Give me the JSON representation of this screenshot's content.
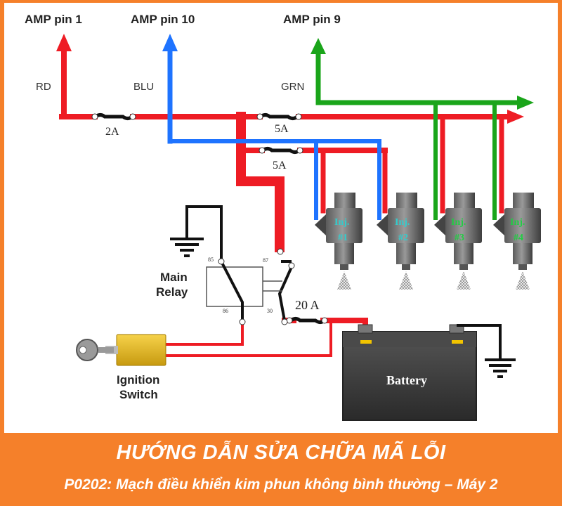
{
  "diagram": {
    "amp_labels": [
      "AMP pin 1",
      "AMP pin 10",
      "AMP pin 9"
    ],
    "wire_labels": [
      "RD",
      "BLU",
      "GRN"
    ],
    "fuses": [
      "2A",
      "5A",
      "5A",
      "20 A"
    ],
    "relay": {
      "label_line1": "Main",
      "label_line2": "Relay",
      "pins": [
        "85",
        "87",
        "86",
        "30"
      ]
    },
    "injectors": [
      {
        "line1": "Inj.",
        "line2": "#1",
        "color": "#33cccc"
      },
      {
        "line1": "Inj.",
        "line2": "#2",
        "color": "#33cccc"
      },
      {
        "line1": "Inj.",
        "line2": "#3",
        "color": "#22cc44"
      },
      {
        "line1": "Inj.",
        "line2": "#4",
        "color": "#22cc44"
      }
    ],
    "ignition": {
      "line1": "Ignition",
      "line2": "Switch"
    },
    "battery_label": "Battery",
    "colors": {
      "red": "#ee1c24",
      "blue": "#1e73ff",
      "green": "#1aa51a",
      "banner": "#f5802a"
    }
  },
  "banner": {
    "title": "HƯỚNG DẪN SỬA CHỮA MÃ LỖI",
    "subtitle": "P0202: Mạch điều khiển kim phun không bình thường – Máy 2"
  }
}
